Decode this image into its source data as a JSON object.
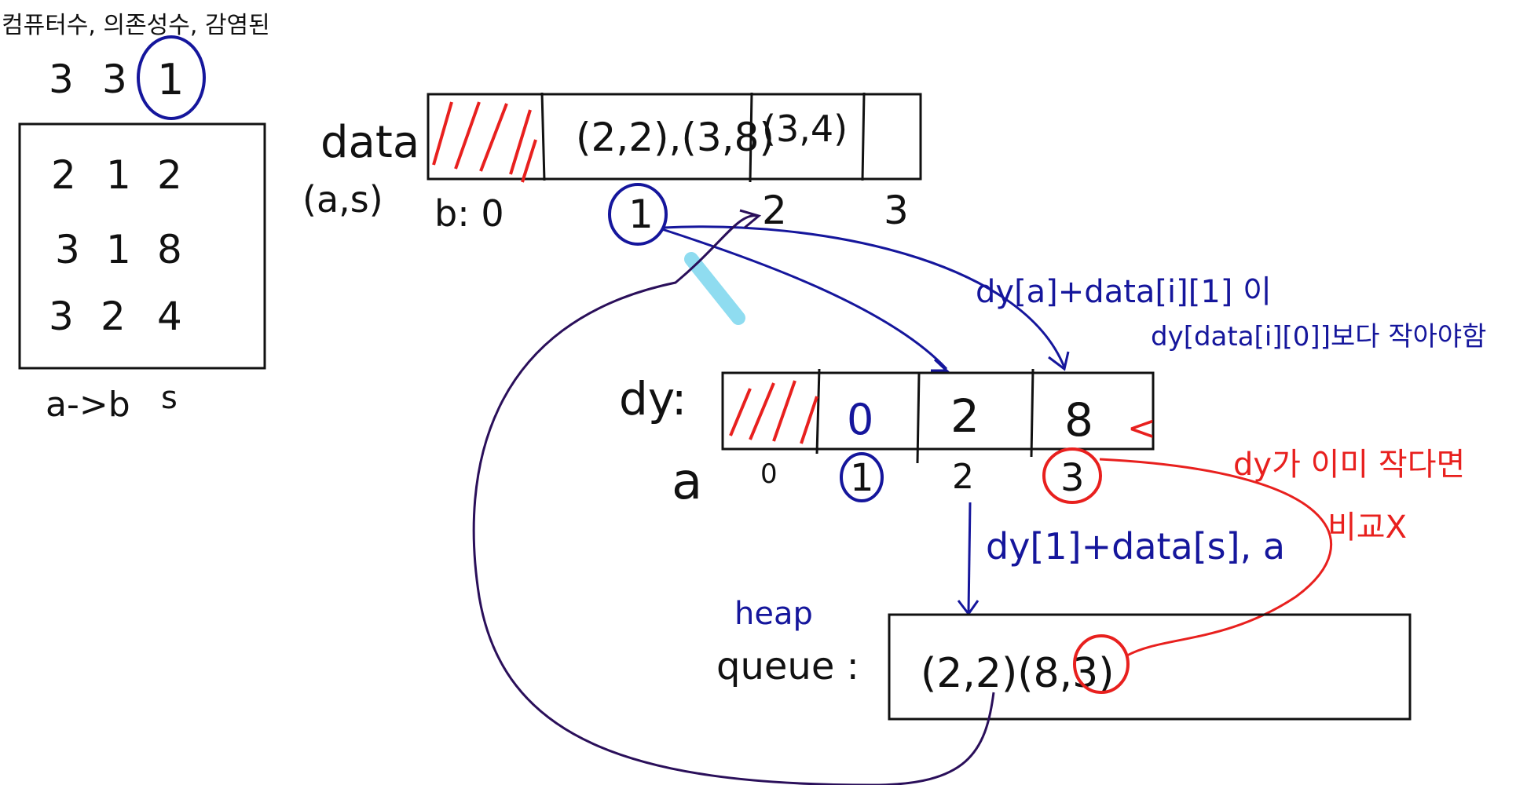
{
  "colors": {
    "ink": "#111111",
    "blue": "#15169c",
    "red": "#e8201e",
    "curve": "#2a0f5a",
    "highlight": "#8fdcf0"
  },
  "header": {
    "title": "컴퓨터수, 의존성수, 감염된",
    "values": [
      "3",
      "3",
      "1"
    ]
  },
  "input_table": {
    "rows": [
      [
        "2",
        "1",
        "2"
      ],
      [
        "3",
        "1",
        "8"
      ],
      [
        "3",
        "2",
        "4"
      ]
    ],
    "footer_left": "a->b",
    "footer_right": "s"
  },
  "data_array": {
    "label": "data",
    "sublabel": "(a,s)",
    "cells": [
      "",
      "(2,2),(3,8)",
      "(3,4)",
      ""
    ],
    "index_prefix": "b: 0",
    "indices": [
      "1",
      "2",
      "3"
    ]
  },
  "dy_array": {
    "label": "dy:",
    "cells": [
      "",
      "0",
      "2",
      "8"
    ],
    "index_label": "a",
    "indices": [
      "0",
      "1",
      "2",
      "3"
    ],
    "cell_mark": "<"
  },
  "annotations": {
    "compare": "dy[a]+data[i][1] 이",
    "condition": "dy[data[i][0]]보다 작아야함",
    "push": "dy[1]+data[s], a",
    "already_small": "dy가 이미 작다면",
    "no_compare": "비교X"
  },
  "queue": {
    "label": "queue :",
    "heap_label": "heap",
    "contents": "(2,2)(8,3)"
  }
}
